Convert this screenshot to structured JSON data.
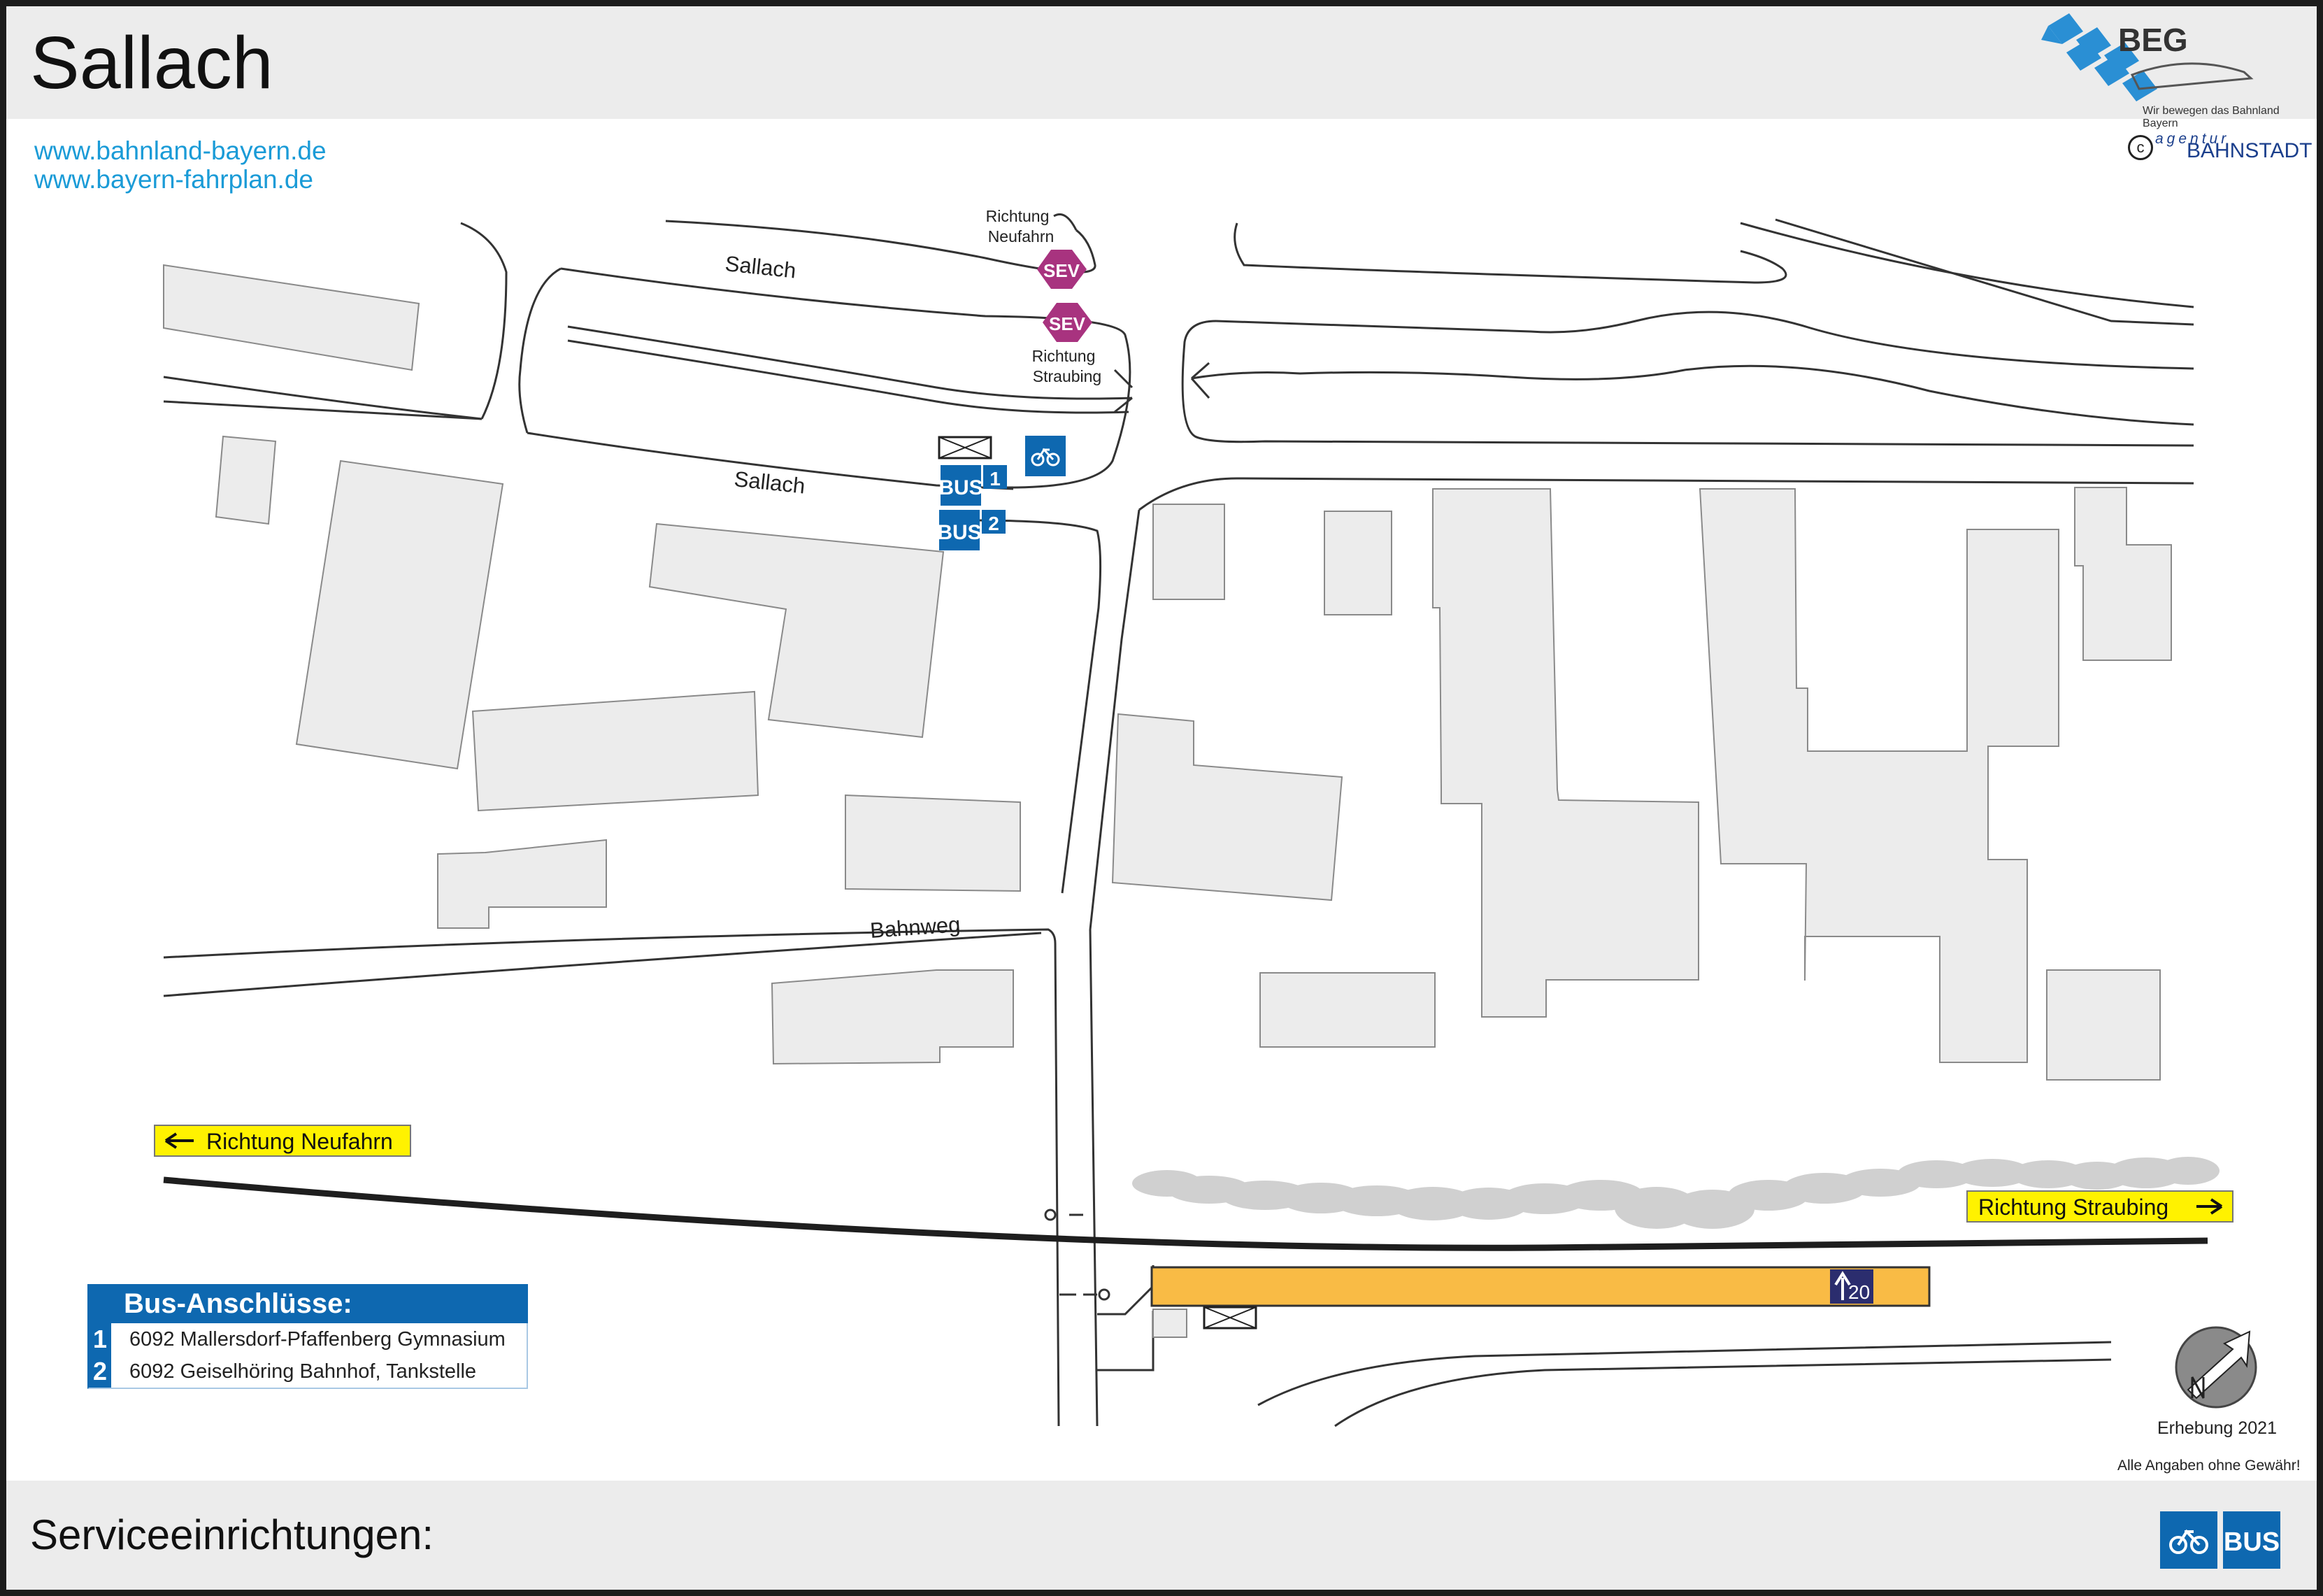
{
  "header": {
    "title": "Sallach",
    "links": [
      "www.bahnland-bayern.de",
      "www.bayern-fahrplan.de"
    ],
    "beg_logo_text": "BEG",
    "beg_tagline": "Wir bewegen das Bahnland Bayern",
    "copyright_small": "agentur",
    "copyright_big": "BAHNSTADT"
  },
  "map": {
    "street_labels": [
      "Sallach",
      "Sallach",
      "Bahnweg"
    ],
    "sev_stops": [
      {
        "label": "SEV",
        "direction": "Richtung Neufahrn"
      },
      {
        "label": "SEV",
        "direction": "Richtung Straubing"
      }
    ],
    "bus_stops": [
      {
        "label": "BUS",
        "number": "1"
      },
      {
        "label": "BUS",
        "number": "2"
      }
    ],
    "direction_signs": {
      "left": "Richtung Neufahrn",
      "right": "Richtung Straubing"
    },
    "platform_label": "20",
    "icons": [
      "bicycle-parking-icon",
      "ticket-machine-icon",
      "north-arrow-icon"
    ],
    "colors": {
      "platform": "#f9bb45",
      "bus_blue": "#0e68b0",
      "sev_magenta": "#a8337f",
      "sign_yellow": "#fff200",
      "building_grey": "#ececec"
    }
  },
  "bus_legend": {
    "title": "Bus-Anschlüsse:",
    "rows": [
      {
        "num": "1",
        "text": "6092 Mallersdorf-Pfaffenberg Gymnasium"
      },
      {
        "num": "2",
        "text": "6092 Geiselhöring Bahnhof, Tankstelle"
      }
    ]
  },
  "survey_note": "Erhebung 2021",
  "disclaimer": "Alle Angaben ohne Gewähr!",
  "footer": {
    "title": "Serviceeinrichtungen:",
    "services": [
      {
        "name": "bicycle-parking-icon",
        "label": ""
      },
      {
        "name": "bus-icon",
        "label": "BUS"
      }
    ]
  }
}
